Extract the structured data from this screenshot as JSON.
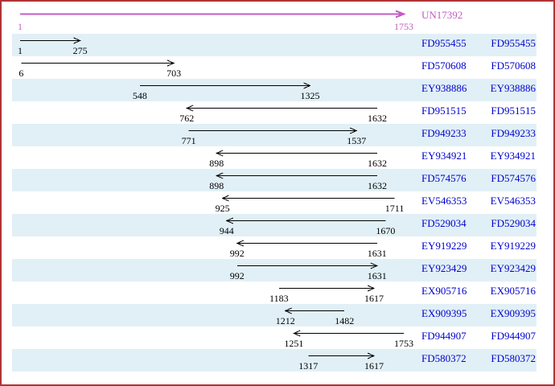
{
  "reference": {
    "id": "UN17392",
    "start": 1,
    "end": 1753,
    "direction": "right"
  },
  "alignments": [
    {
      "accession": "FD955455",
      "start": 1,
      "end": 275,
      "direction": "right"
    },
    {
      "accession": "FD570608",
      "start": 6,
      "end": 703,
      "direction": "right"
    },
    {
      "accession": "EY938886",
      "start": 548,
      "end": 1325,
      "direction": "right"
    },
    {
      "accession": "FD951515",
      "start": 762,
      "end": 1632,
      "direction": "left"
    },
    {
      "accession": "FD949233",
      "start": 771,
      "end": 1537,
      "direction": "right"
    },
    {
      "accession": "EY934921",
      "start": 898,
      "end": 1632,
      "direction": "left"
    },
    {
      "accession": "FD574576",
      "start": 898,
      "end": 1632,
      "direction": "left"
    },
    {
      "accession": "EV546353",
      "start": 925,
      "end": 1711,
      "direction": "left"
    },
    {
      "accession": "FD529034",
      "start": 944,
      "end": 1670,
      "direction": "left"
    },
    {
      "accession": "EY919229",
      "start": 992,
      "end": 1631,
      "direction": "left"
    },
    {
      "accession": "EY923429",
      "start": 992,
      "end": 1631,
      "direction": "right"
    },
    {
      "accession": "EX905716",
      "start": 1183,
      "end": 1617,
      "direction": "right"
    },
    {
      "accession": "EX909395",
      "start": 1212,
      "end": 1482,
      "direction": "left"
    },
    {
      "accession": "FD944907",
      "start": 1251,
      "end": 1753,
      "direction": "left"
    },
    {
      "accession": "FD580372",
      "start": 1317,
      "end": 1617,
      "direction": "right"
    }
  ],
  "colors": {
    "frame_border": "#B03335",
    "alt_row_background": "#E1F0F6",
    "accession_link": "#0000CC",
    "reference_arrow": "#C35BC3",
    "alignment_arrow": "#000000"
  }
}
